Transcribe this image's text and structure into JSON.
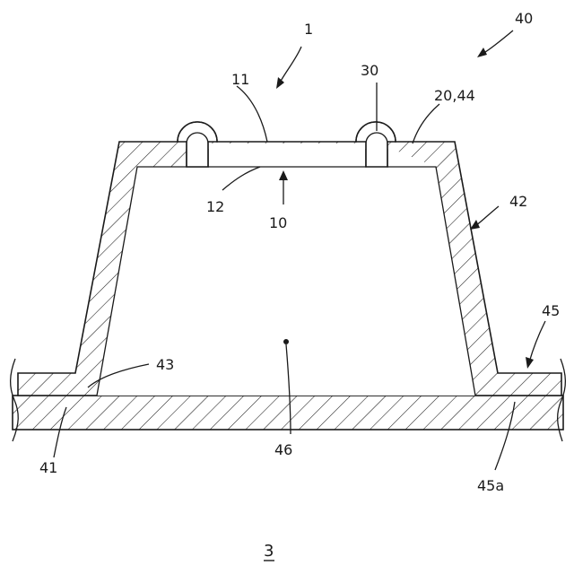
{
  "labels": {
    "l1": "1",
    "l40": "40",
    "l30": "30",
    "l11": "11",
    "l20_44": "20,44",
    "l12": "12",
    "l10": "10",
    "l42": "42",
    "l45": "45",
    "l43": "43",
    "l46": "46",
    "l41": "41",
    "l45a": "45a"
  },
  "figure_number": "3"
}
